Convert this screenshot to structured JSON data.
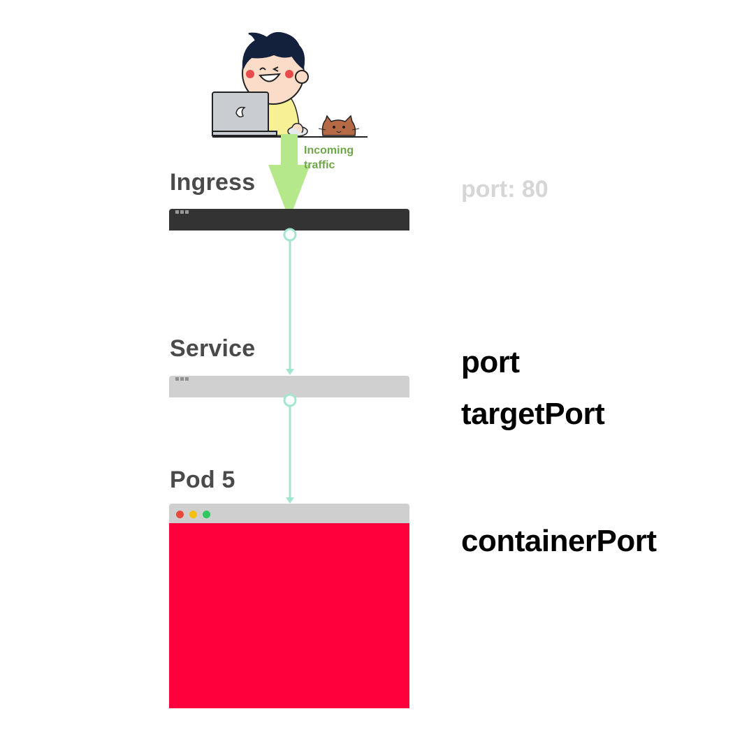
{
  "traffic": {
    "label_line1": "Incoming",
    "label_line2": "traffic"
  },
  "layers": {
    "ingress": {
      "label": "Ingress"
    },
    "service": {
      "label": "Service"
    },
    "pod": {
      "label": "Pod 5"
    }
  },
  "ports": {
    "ingress_port": "port: 80",
    "service_port": "port",
    "service_target_port": "targetPort",
    "pod_container_port": "containerPort"
  },
  "colors": {
    "ingress_bar": "#333333",
    "service_bar": "#d0d0d0",
    "pod_body": "#ff003c",
    "pod_titlebar": "#cfcfcf",
    "connector": "#a3e6cf",
    "traffic_arrow": "#b5e88a",
    "traffic_text": "#6fa64a",
    "dot_close": "#e8493a",
    "dot_minimize": "#f4c012",
    "dot_maximize": "#2ec760"
  },
  "icons": {
    "user": "developer-with-laptop-icon",
    "pet": "cat-icon",
    "traffic_arrow": "arrow-down-icon"
  }
}
